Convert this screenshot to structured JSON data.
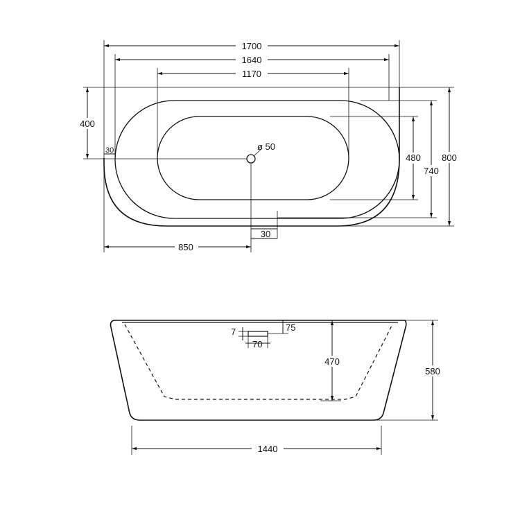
{
  "top_view": {
    "overall_length": "1700",
    "rim_length": "1640",
    "basin_length": "1170",
    "half_width": "400",
    "edge_offset": "30",
    "drain_diameter": "ø 50",
    "basin_width": "480",
    "rim_width": "740",
    "overall_width": "800",
    "drain_offset": "30",
    "drain_position": "850"
  },
  "side_view": {
    "overflow_height": "7",
    "overflow_offset": "75",
    "overflow_width": "70",
    "depth": "470",
    "total_height": "580",
    "base_length": "1440"
  }
}
